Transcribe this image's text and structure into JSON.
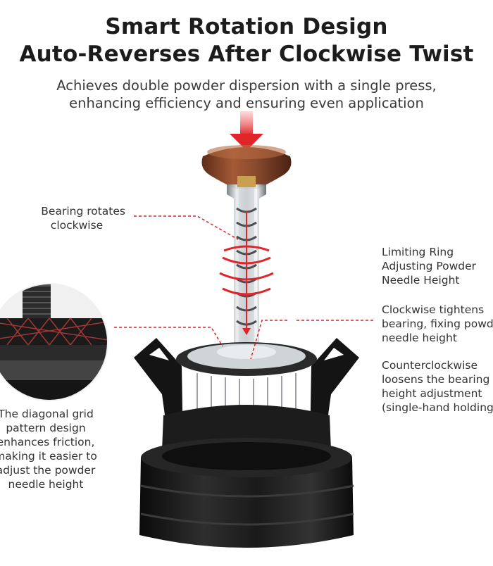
{
  "headline": {
    "line1": "Smart Rotation Design",
    "line2": "Auto-Reverses After Clockwise Twist"
  },
  "subheadline": {
    "line1": "Achieves double powder dispersion with a single press,",
    "line2": "enhancing efficiency and ensuring even application"
  },
  "callouts": {
    "bearing": {
      "line1": "Bearing rotates",
      "line2": "clockwise"
    },
    "limiting_ring": {
      "line1": "Limiting Ring",
      "line2": "Adjusting Powder",
      "line3": "Needle Height"
    },
    "clockwise": {
      "line1": "Clockwise tightens",
      "line2": "bearing, fixing powder",
      "line3": "needle height"
    },
    "counterclockwise": {
      "line1": "Counterclockwise",
      "line2": "loosens the bearing",
      "line3": "height adjustment",
      "line4": "(single-hand holding)"
    },
    "grid": {
      "line1": "The diagonal grid",
      "line2": "pattern design",
      "line3": "enhances friction,",
      "line4": "making it easier to",
      "line5": "adjust the powder",
      "line6": "needle height"
    }
  },
  "colors": {
    "accent_red": "#e0262a",
    "leader_red": "#d9262a",
    "wood": "#8a4a2e",
    "base_black": "#161616"
  },
  "icons": [
    "press-down-arrow-icon",
    "rotation-arrows-icon"
  ]
}
